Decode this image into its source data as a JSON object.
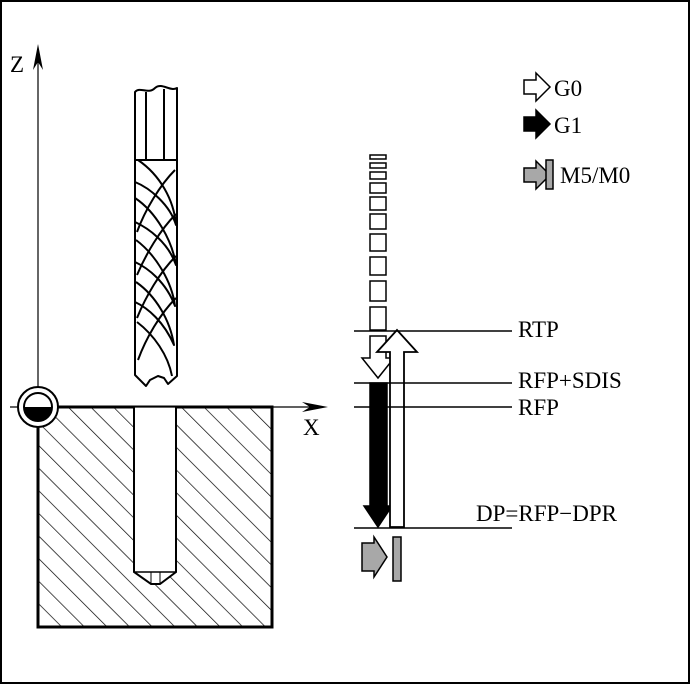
{
  "axes": {
    "z_label": "Z",
    "x_label": "X"
  },
  "legend": {
    "g0": "G0",
    "g1": "G1",
    "m5m0": "M5/M0"
  },
  "levels": {
    "rtp": "RTP",
    "rfp_sdis": "RFP+SDIS",
    "rfp": "RFP",
    "dp": "DP=RFP−DPR"
  },
  "colors": {
    "g1_arrow": "#000000",
    "m5_symbol": "#a8a8a8",
    "outline": "#000000"
  }
}
